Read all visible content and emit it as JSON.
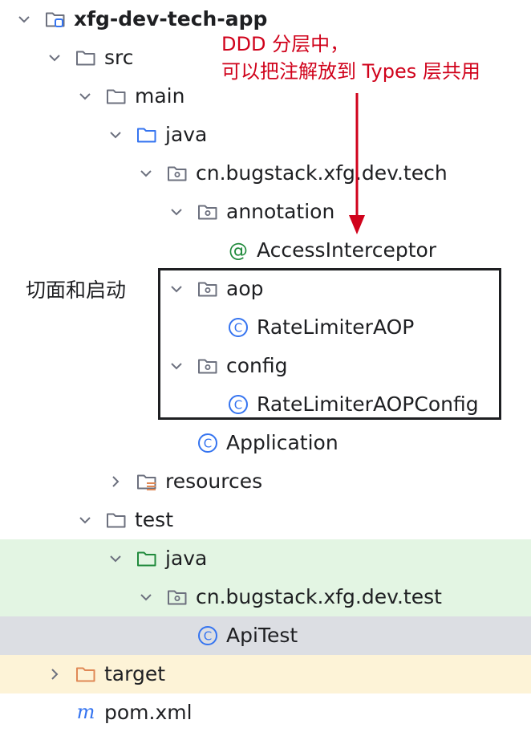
{
  "tree": [
    {
      "label": "xfg-dev-tech-app",
      "icon": "module-folder-icon",
      "chevron": "down",
      "bold": true
    },
    {
      "label": "src",
      "icon": "folder-icon",
      "chevron": "down"
    },
    {
      "label": "main",
      "icon": "folder-icon",
      "chevron": "down"
    },
    {
      "label": "java",
      "icon": "source-root-folder-icon",
      "chevron": "down"
    },
    {
      "label": "cn.bugstack.xfg.dev.tech",
      "icon": "package-icon",
      "chevron": "down"
    },
    {
      "label": "annotation",
      "icon": "package-icon",
      "chevron": "down"
    },
    {
      "label": "AccessInterceptor",
      "icon": "annotation-icon",
      "chevron": "none"
    },
    {
      "label": "aop",
      "icon": "package-icon",
      "chevron": "down"
    },
    {
      "label": "RateLimiterAOP",
      "icon": "class-icon",
      "chevron": "none"
    },
    {
      "label": "config",
      "icon": "package-icon",
      "chevron": "down"
    },
    {
      "label": "RateLimiterAOPConfig",
      "icon": "class-icon",
      "chevron": "none"
    },
    {
      "label": "Application",
      "icon": "class-icon",
      "chevron": "none"
    },
    {
      "label": "resources",
      "icon": "resources-folder-icon",
      "chevron": "right"
    },
    {
      "label": "test",
      "icon": "folder-icon",
      "chevron": "down"
    },
    {
      "label": "java",
      "icon": "test-root-folder-icon",
      "chevron": "down",
      "highlight": "green"
    },
    {
      "label": "cn.bugstack.xfg.dev.test",
      "icon": "package-icon",
      "chevron": "down",
      "highlight": "green"
    },
    {
      "label": "ApiTest",
      "icon": "class-icon",
      "chevron": "none",
      "highlight": "selected"
    },
    {
      "label": "target",
      "icon": "excluded-folder-icon",
      "chevron": "right",
      "highlight": "yellow"
    },
    {
      "label": "pom.xml",
      "icon": "maven-icon",
      "chevron": "none"
    }
  ],
  "annotations": {
    "top_line1": "DDD 分层中，",
    "top_line2": "可以把注解放到 Types 层共用",
    "left": "切面和启动"
  },
  "colors": {
    "annotation_red": "#d0021b",
    "class_blue": "#3574f0",
    "annotation_green": "#208a3c",
    "folder_gray": "#6c707e",
    "source_root_blue": "#3574f0",
    "test_root_green": "#208a3c",
    "excluded_orange": "#e08855",
    "resources_orange": "#e08855",
    "maven_blue": "#3574f0",
    "highlight_green": "#e3f5e3",
    "highlight_selected": "#dcdee3",
    "highlight_yellow": "#fdf3d7"
  }
}
